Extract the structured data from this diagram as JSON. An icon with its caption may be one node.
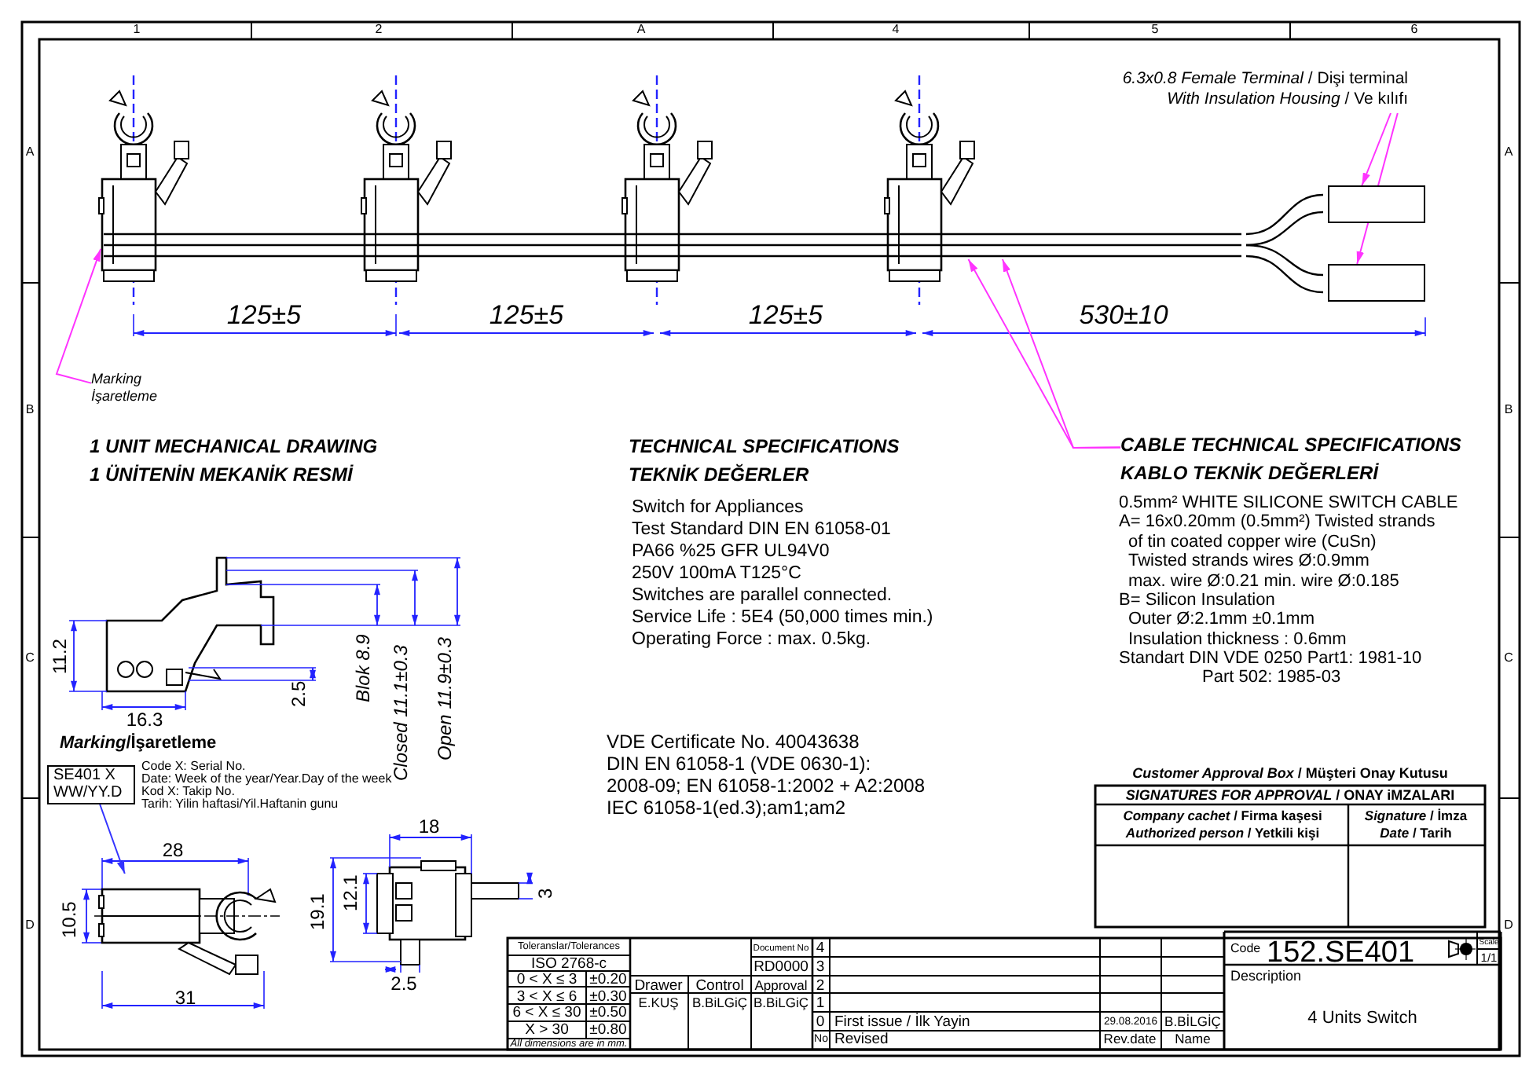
{
  "diagram": {
    "nodes": [
      {
        "text": [
          "Marking İşaretleme"
        ]
      },
      {
        "text": [],
        "shape": "picture"
      },
      {
        "text": [
          "*6.3x0.8 Female Terminal* / Dişi terminal",
          "*With Insulation Housing* / Ve kılıfı"
        ]
      },
      {
        "text": [],
        "shape": "box"
      },
      {
        "text": [],
        "shape": "box"
      },
      {
        "text": [
          "CABLE TECHNICAL SPECIFICATIONS",
          "KABLO TEKNİK DEĞERLERİ"
        ]
      },
      {
        "text": [],
        "shape": "picture"
      },
      {
        "text": [
          "SE401 X",
          "WW/YY.D"
        ]
      },
      {
        "text": [],
        "shape": "picture"
      }
    ],
    "edges": [
      {
        "from": 0,
        "to": 1,
        "arrow": "to"
      },
      {
        "from": 2,
        "to": 3,
        "arrow": "to"
      },
      {
        "from": 2,
        "to": 4,
        "arrow": "to"
      },
      {
        "from": 5,
        "to": 6,
        "arrow": "to"
      },
      {
        "from": 5,
        "to": 6,
        "arrow": "to"
      },
      {
        "from": 7,
        "to": 8,
        "arrow": "to",
        "color": "#3333ff"
      }
    ],
    "labels": [
      "1",
      "2",
      "A",
      "4",
      "5",
      "6",
      "A",
      "A",
      "B",
      "B",
      "C",
      "C",
      "D",
      "D",
      "125±5",
      "125±5",
      "125±5",
      "530±10",
      "1 UNIT MECHANICAL DRAWING",
      "1 ÜNİTENİN MEKANİK RESMİ",
      "TECHNICAL SPECIFICATIONS",
      "TEKNİK DEĞERLER",
      "Switch for Appliances",
      "Test Standard DIN EN 61058-01",
      "PA66 %25 GFR UL94V0",
      "250V 100mA T125°C",
      "Switches are parallel connected.",
      "Service Life : 5E4 (50,000 times min.)",
      "Operating Force : max. 0.5kg.",
      "0.5mm² WHITE SILICONE SWITCH CABLE",
      "A= 16x0.20mm (0.5mm²) Twisted strands",
      "of tin coated copper wire (CuSn)",
      "Twisted strands wires Ø:0.9mm",
      "max. wire Ø:0.21 min. wire Ø:0.185",
      "B= Silicon Insulation",
      "Outer Ø:2.1mm ±0.1mm",
      "Insulation thickness : 0.6mm",
      "Standart DIN VDE 0250 Part1: 1981-10",
      "Part 502: 1985-03",
      "11.2",
      "16.3",
      "2.5",
      "Blok 8.9",
      "Closed 11.1±0.3",
      "Open 11.9±0.3",
      "*Marking*/İşaretleme",
      "Code X: Serial No.",
      "Date: Week of the year/Year.Day of the week",
      "Kod X: Takip No.",
      "Tarih: Yilin haftasi/Yil.Haftanin gunu",
      "28",
      "10.5",
      "31",
      "18",
      "12.1",
      "19.1",
      "3",
      "2.5",
      "VDE Certificate No. 40043638",
      "DIN EN 61058-1 (VDE 0630-1):",
      "2008-09; EN 61058-1:2002 + A2:2008",
      "IEC 61058-1(ed.3);am1;am2",
      "*Customer Approval Box* / Müşteri Onay Kutusu",
      "*SIGNATURES FOR APPROVAL* / ONAY iMZALARI",
      "*Company cachet* / Firma kaşesi",
      "*Authorized person* / Yetkili kişi",
      "*Signature* / İmza",
      "*Date* / Tarih",
      "Toleranslar/Tolerances",
      "ISO 2768-c",
      "0 < X ≤ 3",
      "±0.20",
      "3 < X ≤ 6",
      "±0.30",
      "6 < X ≤ 30",
      "±0.50",
      "X > 30",
      "±0.80",
      "All dimensions are in mm.",
      "Document No",
      "RD0000",
      "Drawer",
      "Control",
      "Approval",
      "E.KUŞ",
      "B.BiLGiÇ",
      "B.BiLGiÇ",
      "4",
      "3",
      "2",
      "1",
      "0",
      "No",
      "First issue / İlk Yayin",
      "Revised",
      "29.08.2016",
      "B.BİLGİÇ",
      "Rev.date",
      "Name",
      "Code",
      "152.SE401",
      "Scale",
      "1/1",
      "Description",
      "4 Units Switch"
    ]
  }
}
